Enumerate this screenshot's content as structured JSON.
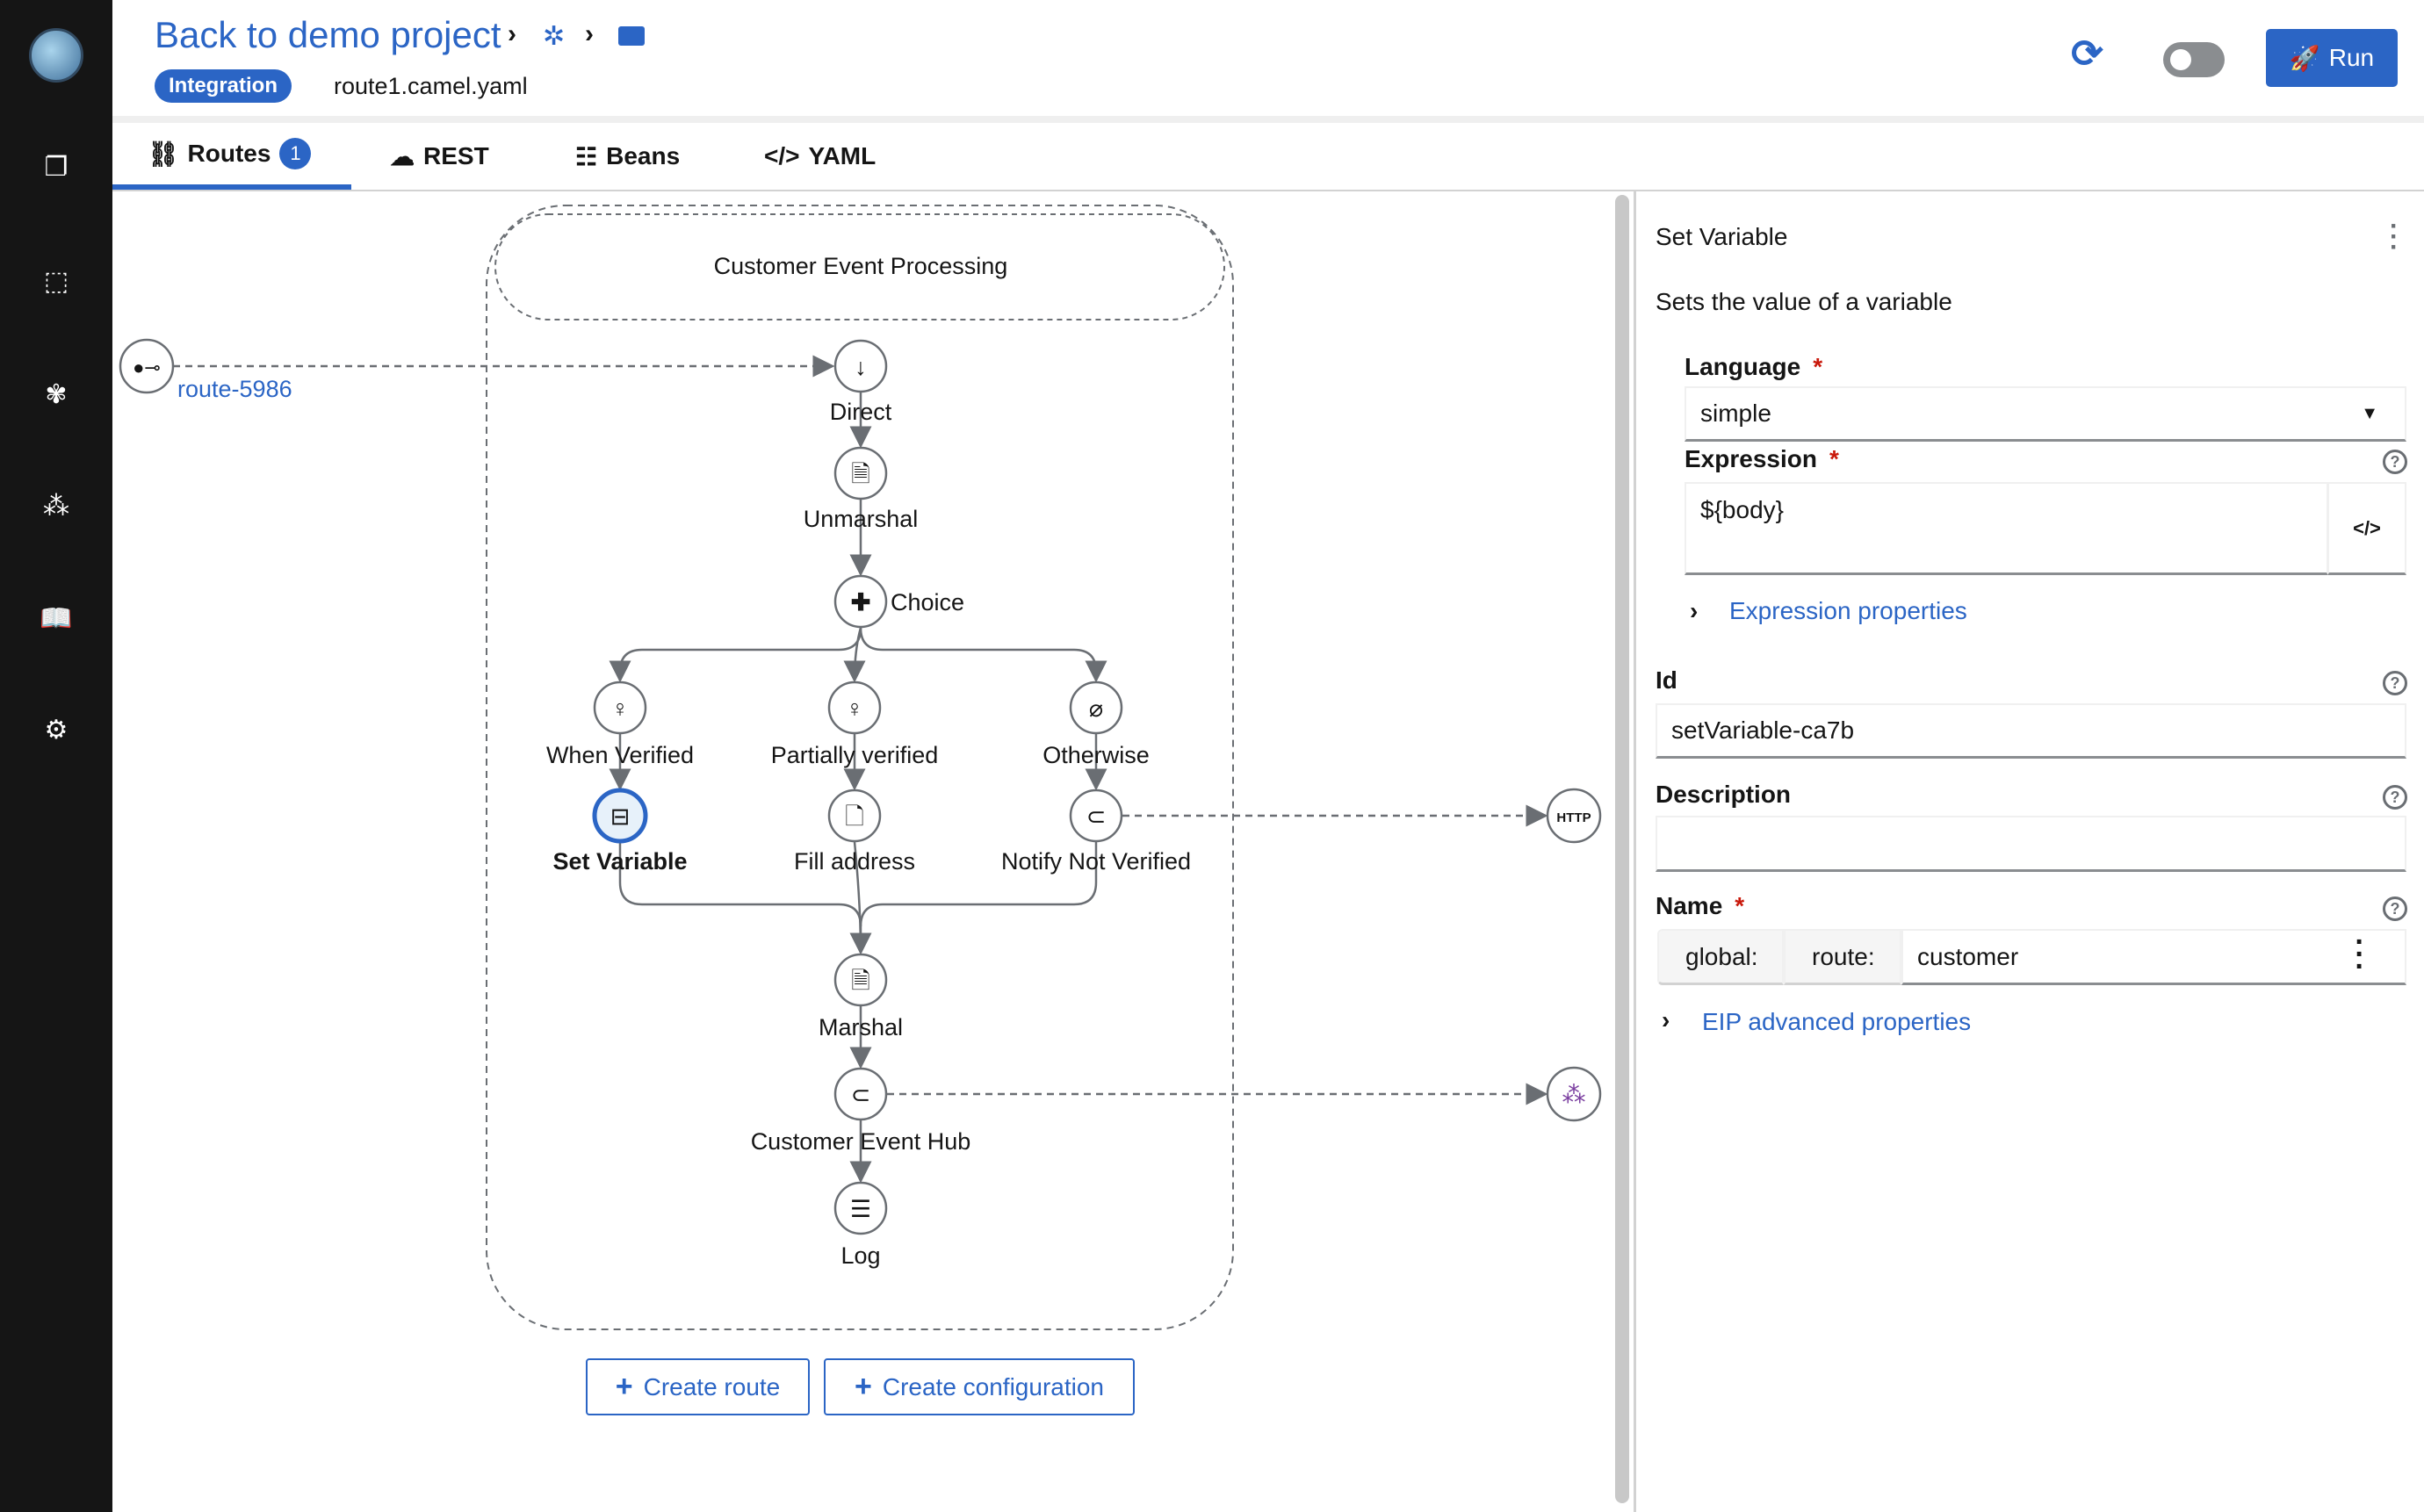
{
  "header": {
    "back_link": "Back to demo project",
    "badge": "Integration",
    "file": "route1.camel.yaml",
    "run_label": "Run",
    "toggle_on": false
  },
  "tabs": [
    {
      "label": "Routes",
      "count": "1",
      "active": true
    },
    {
      "label": "REST"
    },
    {
      "label": "Beans"
    },
    {
      "label": "YAML"
    }
  ],
  "diagram": {
    "container_title": "Customer Event Processing",
    "route_id": "route-5986",
    "nodes": {
      "direct": "Direct",
      "unmarshal": "Unmarshal",
      "choice": "Choice",
      "when": "When Verified",
      "partial": "Partially verified",
      "otherwise": "Otherwise",
      "setvar": "Set Variable",
      "fill": "Fill address",
      "notify": "Notify Not Verified",
      "marshal": "Marshal",
      "hub": "Customer Event Hub",
      "log": "Log"
    },
    "http_label": "HTTP"
  },
  "canvas_buttons": {
    "create_route": "Create route",
    "create_config": "Create configuration"
  },
  "panel": {
    "title": "Set Variable",
    "description": "Sets the value of a variable",
    "language_label": "Language",
    "language_value": "simple",
    "expression_label": "Expression",
    "expression_value": "${body}",
    "expression_props": "Expression properties",
    "id_label": "Id",
    "id_value": "setVariable-ca7b",
    "desc_label": "Description",
    "desc_value": "",
    "name_label": "Name",
    "name_global": "global:",
    "name_route": "route:",
    "name_value": "customer",
    "eip_advanced": "EIP advanced properties",
    "required_mark": "*"
  },
  "colors": {
    "accent": "#2b65c5",
    "sidebar": "#151515",
    "required": "#c9190b"
  }
}
